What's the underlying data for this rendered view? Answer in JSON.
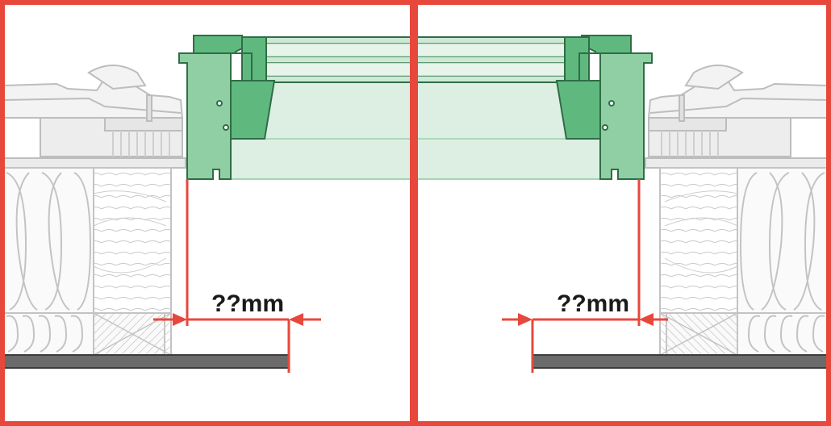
{
  "diagram": {
    "dimension_label_left": "??mm",
    "dimension_label_right": "??mm"
  },
  "colors": {
    "frame_red": "#e8473c",
    "green_frame": "#8fcfa3",
    "green_dark": "#5fb97f",
    "green_outline": "#2f6d45",
    "glass_light": "#d9efe0",
    "grey_line": "#b8b8b8",
    "grey_fill": "#f0f0f0",
    "board_dark": "#6b6b6b"
  },
  "components": [
    "roof-window-frame-left",
    "roof-window-frame-right",
    "triple-glazing-panel",
    "roof-tiles",
    "timber-batten",
    "insulation-block",
    "plasterboard-lining"
  ]
}
